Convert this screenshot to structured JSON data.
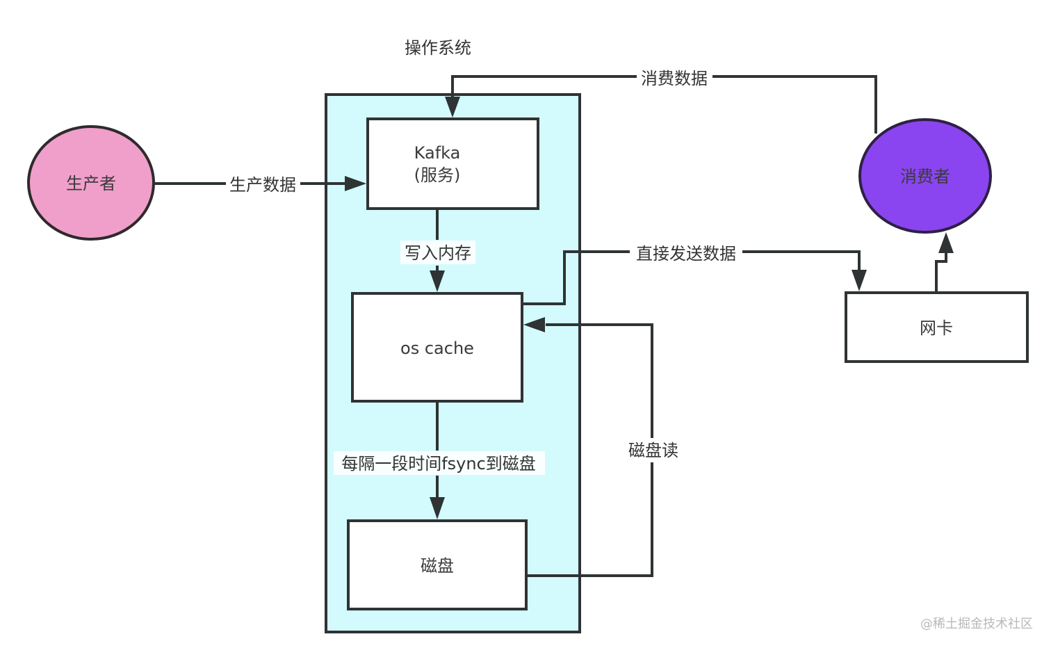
{
  "diagram": {
    "group": {
      "title": "操作系统",
      "fill": "#d3fbfd"
    },
    "nodes": {
      "producer": {
        "label": "生产者",
        "fill": "#f09fcb",
        "shape": "ellipse"
      },
      "consumer": {
        "label": "消费者",
        "fill": "#8a45f0",
        "shape": "ellipse"
      },
      "kafka": {
        "label_line1": "Kafka",
        "label_line2": "(服务)",
        "shape": "rectangle"
      },
      "os_cache": {
        "label": "os cache",
        "shape": "rectangle"
      },
      "disk": {
        "label": "磁盘",
        "shape": "rectangle"
      },
      "nic": {
        "label": "网卡",
        "shape": "rectangle"
      }
    },
    "edges": {
      "produce": {
        "label": "生产数据",
        "from": "producer",
        "to": "kafka"
      },
      "consume": {
        "label": "消费数据",
        "from": "consumer",
        "to": "kafka"
      },
      "write_memory": {
        "label": "写入内存",
        "from": "kafka",
        "to": "os_cache"
      },
      "fsync": {
        "label": "每隔一段时间fsync到磁盘",
        "from": "os_cache",
        "to": "disk"
      },
      "disk_read": {
        "label": "磁盘读",
        "from": "disk",
        "to": "os_cache"
      },
      "send_direct": {
        "label": "直接发送数据",
        "from": "os_cache",
        "to": "nic"
      },
      "nic_to_consumer": {
        "label": "",
        "from": "nic",
        "to": "consumer"
      }
    },
    "line_color": "#2f3333"
  },
  "watermark": "@稀土掘金技术社区"
}
